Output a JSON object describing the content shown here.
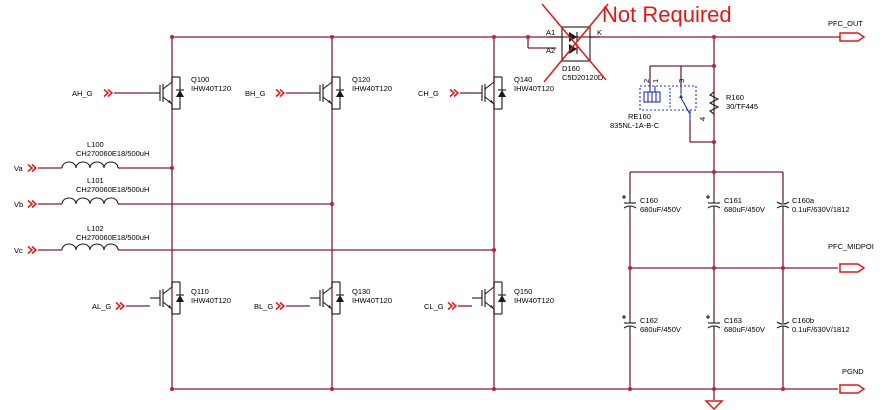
{
  "note": {
    "text": "Not Required"
  },
  "ports": {
    "pfc_out": "PFC_OUT",
    "pfc_midpoint": "PFC_MIDPOI",
    "pgnd": "PGND",
    "va": "Va",
    "vb": "Vb",
    "vc": "Vc",
    "ah_g": "AH_G",
    "bh_g": "BH_G",
    "ch_g": "CH_G",
    "al_g": "AL_G",
    "bl_g": "BL_G",
    "cl_g": "CL_G"
  },
  "transistors": {
    "q100": {
      "ref": "Q100",
      "part": "IHW40T120"
    },
    "q120": {
      "ref": "Q120",
      "part": "IHW40T120"
    },
    "q140": {
      "ref": "Q140",
      "part": "IHW40T120"
    },
    "q110": {
      "ref": "Q110",
      "part": "IHW40T120"
    },
    "q130": {
      "ref": "Q130",
      "part": "IHW40T120"
    },
    "q150": {
      "ref": "Q150",
      "part": "IHW40T120"
    }
  },
  "inductors": {
    "l100": {
      "ref": "L100",
      "part": "CH270060E18/500uH"
    },
    "l101": {
      "ref": "L101",
      "part": "CH270060E18/500uH"
    },
    "l102": {
      "ref": "L102",
      "part": "CH270060E18/500uH"
    }
  },
  "diode": {
    "ref": "D160",
    "part": "C5D20120D",
    "pin_a1": "A1",
    "pin_a2": "A2",
    "pin_k": "K"
  },
  "relay": {
    "ref": "RE160",
    "part": "835NL-1A-B-C",
    "pin2": "2",
    "pin1": "1",
    "pin3": "3",
    "pin4": "4"
  },
  "resistor": {
    "ref": "R160",
    "part": "30/TF445"
  },
  "capacitors": {
    "c160": {
      "ref": "C160",
      "part": "680uF/450V"
    },
    "c161": {
      "ref": "C161",
      "part": "680uF/450V"
    },
    "c160a": {
      "ref": "C160a",
      "part": "0.1uF/630V/1812"
    },
    "c162": {
      "ref": "C162",
      "part": "680uF/450V"
    },
    "c163": {
      "ref": "C163",
      "part": "680uF/450V"
    },
    "c160b": {
      "ref": "C160b",
      "part": "0.1uF/630V/1812"
    }
  }
}
